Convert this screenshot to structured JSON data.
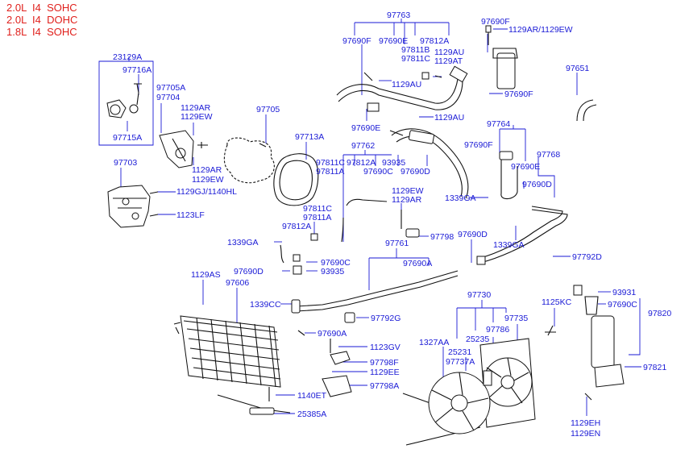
{
  "engines": [
    "2.0L  I4  SOHC",
    "2.0L  I4  DOHC",
    "1.8L  I4  SOHC"
  ],
  "labels": {
    "23129A": "23129A",
    "97716A": "97716A",
    "97715A": "97715A",
    "97705A": "97705A",
    "97704": "97704",
    "1129AR_a": "1129AR",
    "1129EW_a": "1129EW",
    "1129AR_b": "1129AR",
    "1129EW_b": "1129EW",
    "97705": "97705",
    "97713A": "97713A",
    "97703": "97703",
    "1129GJ": "1129GJ/1140HL",
    "1123LF": "1123LF",
    "97763": "97763",
    "97690F_a": "97690F",
    "97690E_a": "97690E",
    "97812A_a": "97812A",
    "97811B_a": "97811B",
    "97811C_a": "97811C",
    "1129AU_a": "1129AU",
    "1129AT": "1129AT",
    "1129AU_b": "1129AU",
    "97690E_b": "97690E",
    "1129AU_c": "1129AU",
    "97690F_b": "97690F",
    "1129AR_EW": "1129AR/1129EW",
    "97690F_c": "97690F",
    "97651": "97651",
    "97762": "97762",
    "97811C_b": "97811C",
    "97811A_b": "97811A",
    "97812A_b": "97812A",
    "93935_a": "93935",
    "97690C_a": "97690C",
    "97690D_a": "97690D",
    "1129EW_c": "1129EW",
    "1129AR_c": "1129AR",
    "97764": "97764",
    "97690F_d": "97690F",
    "97690E_c": "97690E",
    "97768": "97768",
    "97690D_b": "97690D",
    "1339GA_a": "1339GA",
    "1339GA_b": "1339GA",
    "97811C_c": "97811C",
    "97811A_c": "97811A",
    "97812A_c": "97812A",
    "1339GA_c": "1339GA",
    "97690C_b": "97690C",
    "97690D_c": "97690D",
    "93935_b": "93935",
    "97798": "97798",
    "97761": "97761",
    "97690A_a": "97690A",
    "97690D_d": "97690D",
    "97792D": "97792D",
    "1129AS": "1129AS",
    "97606": "97606",
    "1339CC": "1339CC",
    "97792G": "97792G",
    "97690A_b": "97690A",
    "1123GV": "1123GV",
    "97798F": "97798F",
    "1129EE": "1129EE",
    "97798A": "97798A",
    "1140ET": "1140ET",
    "25385A": "25385A",
    "97730": "97730",
    "1327AA": "1327AA",
    "25231": "25231",
    "25235": "25235",
    "97786": "97786",
    "97735": "97735",
    "97737A": "97737A",
    "1125KC": "1125KC",
    "93931": "93931",
    "97690C_c": "97690C",
    "97820": "97820",
    "97821": "97821",
    "1129EH": "1129EH",
    "1129EN": "1129EN"
  }
}
